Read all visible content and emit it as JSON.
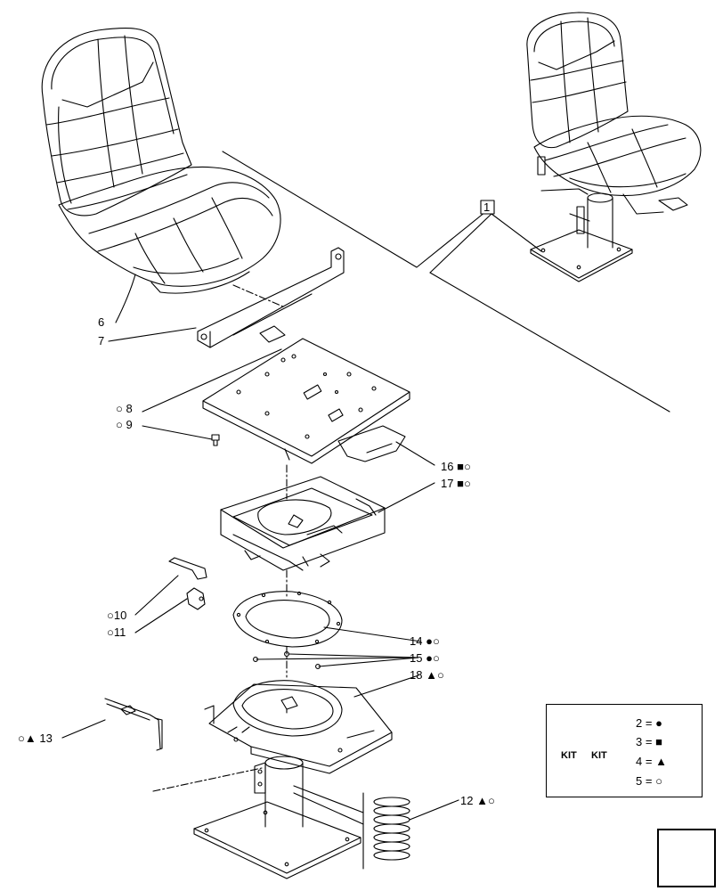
{
  "callouts": {
    "c1": "1",
    "c6": "6",
    "c7": "7",
    "c8": "8",
    "c9": "9",
    "c10": "10",
    "c11": "11",
    "c12": "12",
    "c13": "13",
    "c14": "14",
    "c15": "15",
    "c16": "16",
    "c17": "17",
    "c18": "18"
  },
  "symbols": {
    "circle_filled": "●",
    "circle_open": "○",
    "square_filled": "■",
    "triangle_filled": "▲"
  },
  "kit_legend": {
    "box_text_left": "KIT",
    "box_text_right": "KIT",
    "rows": [
      {
        "num": "2",
        "eq": "=",
        "sym": "●"
      },
      {
        "num": "3",
        "eq": "=",
        "sym": "■"
      },
      {
        "num": "4",
        "eq": "=",
        "sym": "▲"
      },
      {
        "num": "5",
        "eq": "=",
        "sym": "○"
      }
    ]
  },
  "colors": {
    "line": "#000000",
    "background": "#ffffff"
  }
}
